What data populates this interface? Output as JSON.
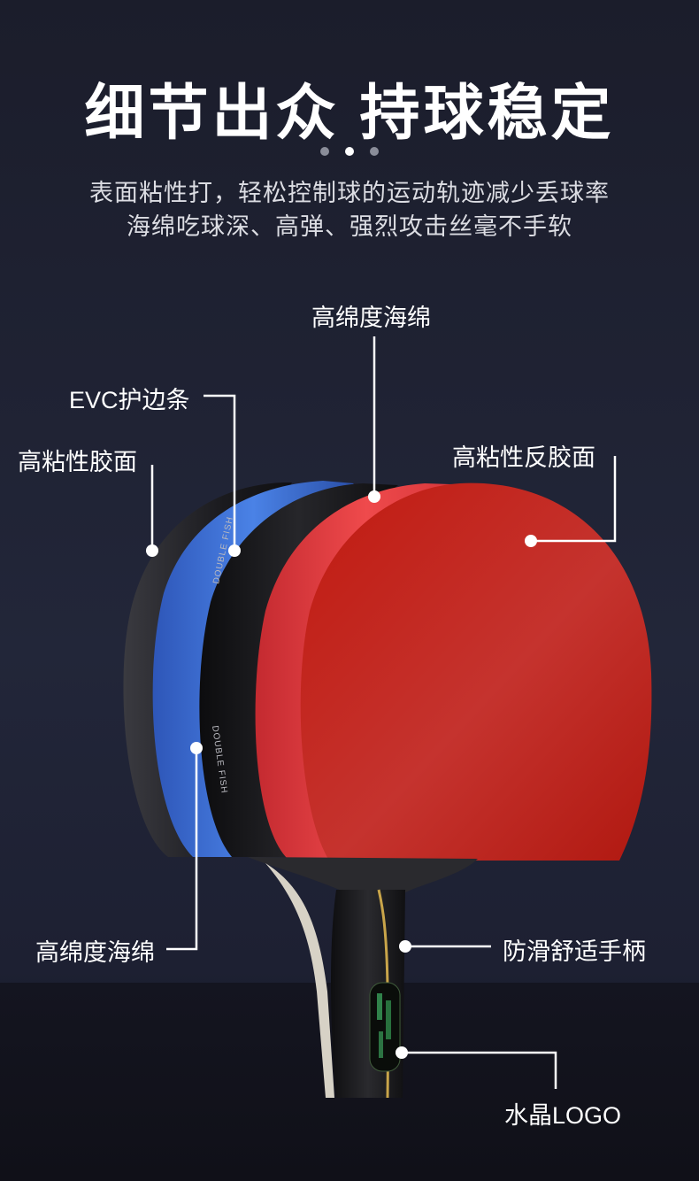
{
  "header": {
    "title": "细节出众 持球稳定",
    "subtitle_line1": "表面粘性打，轻松控制球的运动轨迹减少丢球率",
    "subtitle_line2": "海绵吃球深、高弹、强烈攻击丝毫不手软"
  },
  "callouts": {
    "top_sponge": "高绵度海绵",
    "evc_edge": "EVC护边条",
    "sticky_rubber_left": "高粘性胶面",
    "sticky_reverse_rubber": "高粘性反胶面",
    "bottom_sponge": "高绵度海绵",
    "handle": "防滑舒适手柄",
    "crystal_logo": "水晶LOGO"
  },
  "blade": {
    "brand_text": "DOUBLE FISH",
    "colors": {
      "red_rubber": "#c3190f",
      "red_sponge": "#e23a3d",
      "black_rubber": "#1e1e22",
      "blue_sponge": "#3f6fd0",
      "handle": "#1c1c1f",
      "handle_stripe": "#c9a54a"
    }
  }
}
